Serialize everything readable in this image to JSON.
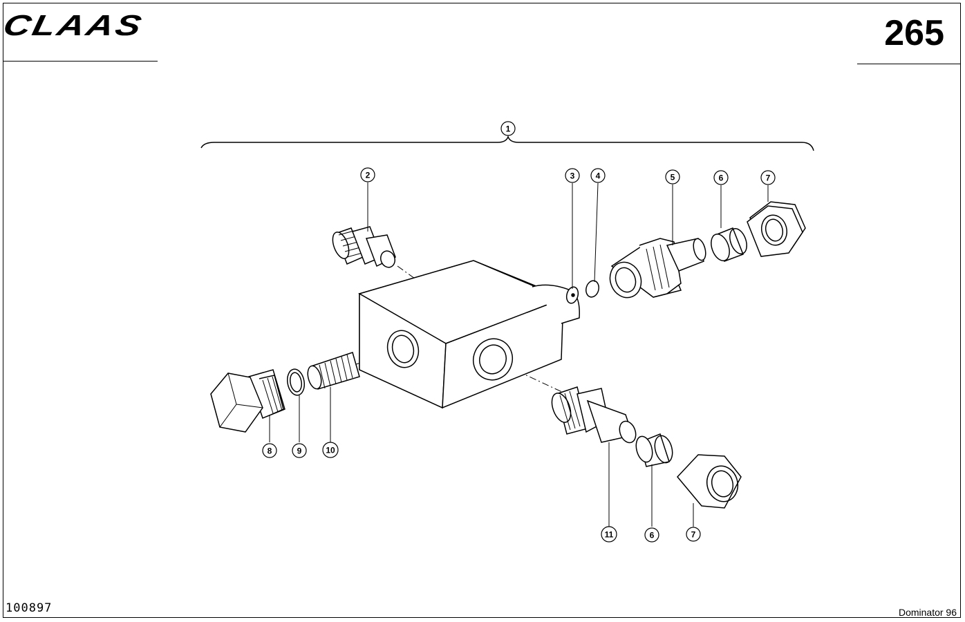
{
  "header": {
    "brand": "CLAAS",
    "page_number": "265"
  },
  "footer": {
    "document_number": "100897",
    "model": "Dominator 96"
  },
  "callouts": [
    {
      "id": "c1",
      "label": "1"
    },
    {
      "id": "c2",
      "label": "2"
    },
    {
      "id": "c3",
      "label": "3"
    },
    {
      "id": "c4",
      "label": "4"
    },
    {
      "id": "c5",
      "label": "5"
    },
    {
      "id": "c6a",
      "label": "6"
    },
    {
      "id": "c7a",
      "label": "7"
    },
    {
      "id": "c8",
      "label": "8"
    },
    {
      "id": "c9",
      "label": "9"
    },
    {
      "id": "c10",
      "label": "10"
    },
    {
      "id": "c11",
      "label": "11"
    },
    {
      "id": "c6b",
      "label": "6"
    },
    {
      "id": "c7b",
      "label": "7"
    }
  ]
}
